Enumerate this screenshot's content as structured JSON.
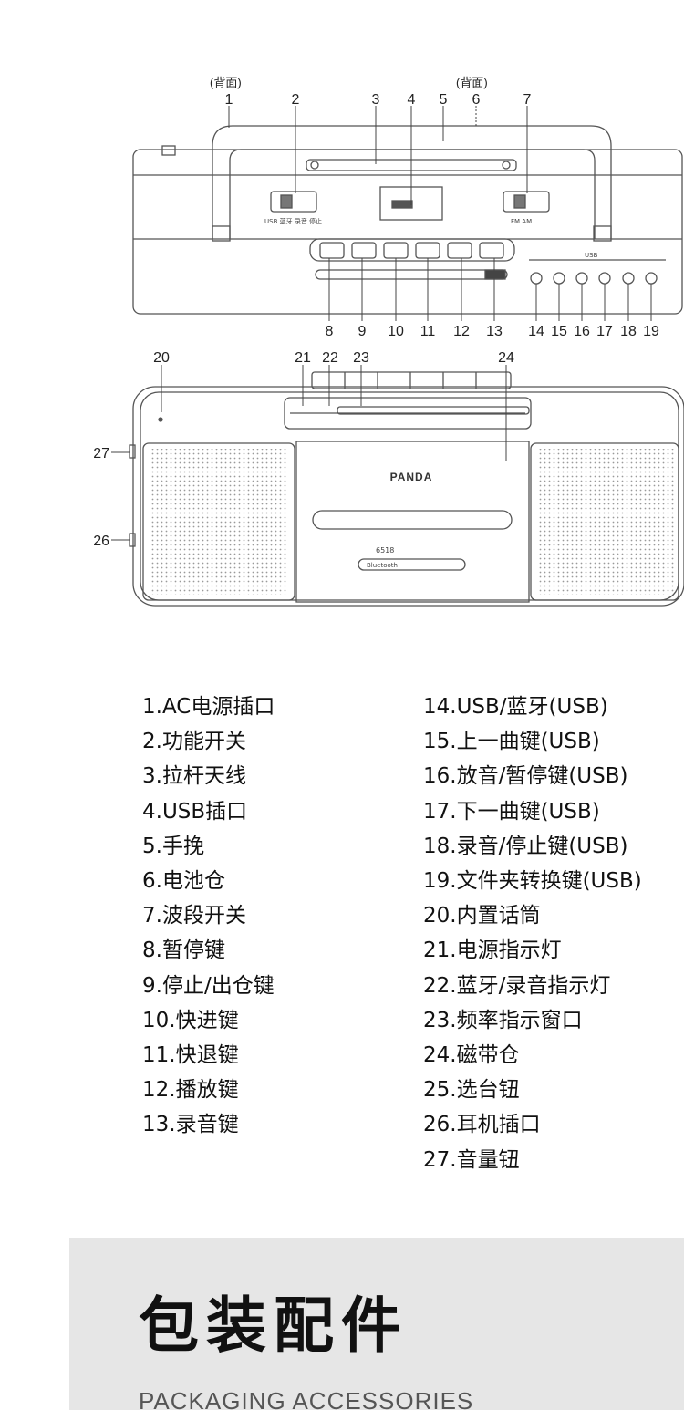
{
  "diagram": {
    "top_view": {
      "back_labels": [
        "(背面)",
        "(背面)"
      ],
      "callouts": [
        "1",
        "2",
        "3",
        "4",
        "5",
        "6",
        "7",
        "8",
        "9",
        "10",
        "11",
        "12",
        "13",
        "14",
        "15",
        "16",
        "17",
        "18",
        "19"
      ],
      "usb_group_label": "USB"
    },
    "front_view": {
      "callouts": [
        "20",
        "21",
        "22",
        "23",
        "24",
        "26",
        "27"
      ],
      "brand": "PANDA",
      "model": "6518",
      "bluetooth_badge": "Bluetooth"
    }
  },
  "parts_left": [
    "1.AC电源插口",
    "2.功能开关",
    "3.拉杆天线",
    "4.USB插口",
    "5.手挽",
    "6.电池仓",
    "7.波段开关",
    "8.暂停键",
    "9.停止/出仓键",
    "10.快进键",
    "11.快退键",
    "12.播放键",
    "13.录音键"
  ],
  "parts_right": [
    "14.USB/蓝牙(USB)",
    "15.上一曲键(USB)",
    "16.放音/暂停键(USB)",
    "17.下一曲键(USB)",
    "18.录音/停止键(USB)",
    "19.文件夹转换键(USB)",
    "20.内置话筒",
    "21.电源指示灯",
    "22.蓝牙/录音指示灯",
    "23.频率指示窗口",
    "24.磁带仓",
    "25.选台钮",
    "26.耳机插口",
    "27.音量钮"
  ],
  "packaging": {
    "title": "包装配件",
    "subtitle": "PACKAGING ACCESSORIES"
  }
}
